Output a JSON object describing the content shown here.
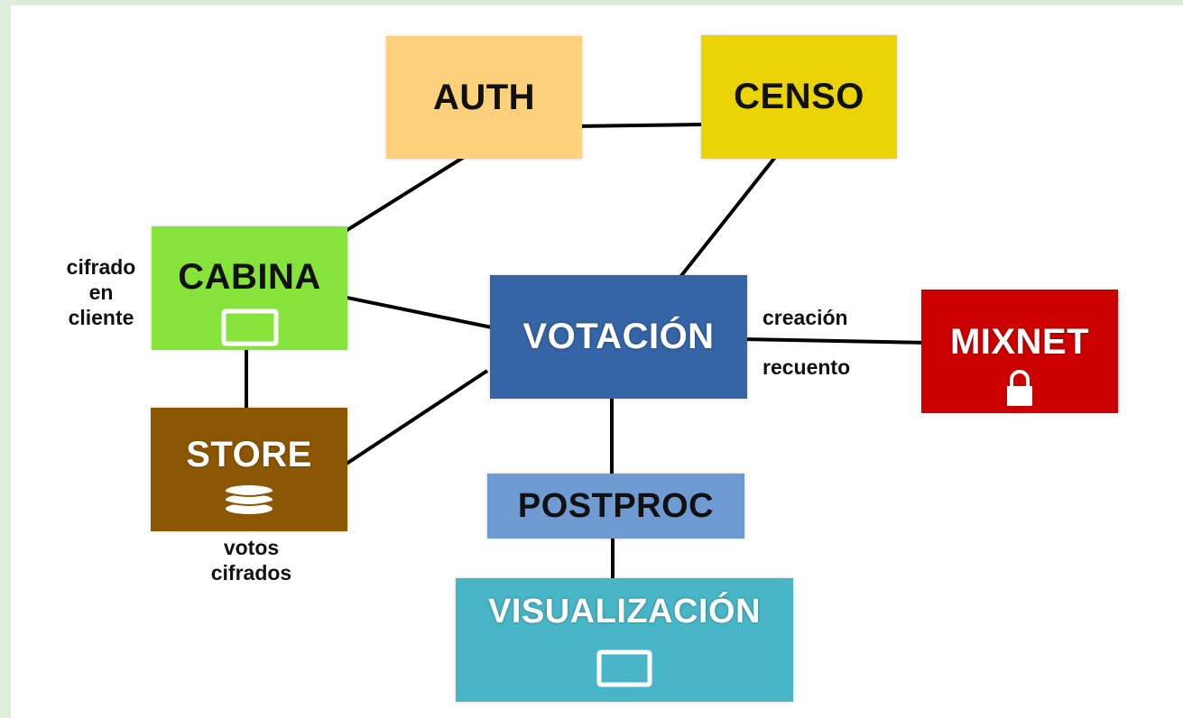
{
  "colors": {
    "auth": "#fdd17b",
    "censo": "#ead407",
    "cabina": "#86e33a",
    "store": "#8c5703",
    "votacion": "#3565a6",
    "mixnet": "#cc0000",
    "postproc": "#6f9bd2",
    "visualizacion": "#48b6c6",
    "frame": "#dfeedb",
    "edge": "#000000"
  },
  "nodes": {
    "auth": {
      "label": "AUTH"
    },
    "censo": {
      "label": "CENSO"
    },
    "cabina": {
      "label": "CABINA",
      "icon": "monitor-icon"
    },
    "store": {
      "label": "STORE",
      "icon": "database-icon"
    },
    "votacion": {
      "label": "VOTACIÓN"
    },
    "mixnet": {
      "label": "MIXNET",
      "icon": "lock-icon"
    },
    "postproc": {
      "label": "POSTPROC"
    },
    "visualizacion": {
      "label": "VISUALIZACIÓN",
      "icon": "monitor-icon"
    }
  },
  "annotations": {
    "cabina_side": [
      "cifrado",
      "en",
      "cliente"
    ],
    "store_below": [
      "votos",
      "cifrados"
    ],
    "mixnet_top": "creación",
    "mixnet_bottom": "recuento"
  },
  "edges": [
    [
      "auth",
      "censo"
    ],
    [
      "auth",
      "cabina"
    ],
    [
      "censo",
      "votacion"
    ],
    [
      "cabina",
      "votacion"
    ],
    [
      "cabina",
      "store"
    ],
    [
      "store",
      "votacion"
    ],
    [
      "votacion",
      "mixnet"
    ],
    [
      "votacion",
      "postproc"
    ],
    [
      "postproc",
      "visualizacion"
    ]
  ]
}
